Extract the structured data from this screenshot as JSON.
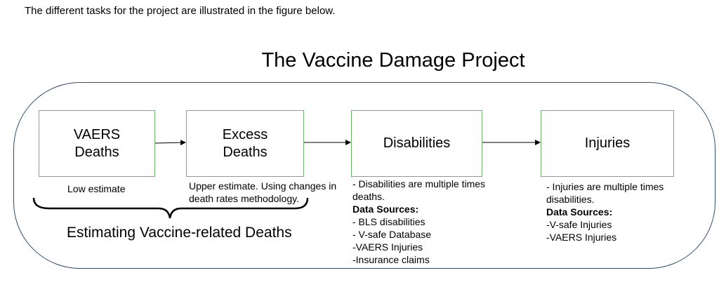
{
  "intro_text": "The different tasks for the project are illustrated in the figure below.",
  "title": "The Vaccine Damage Project",
  "boxes": {
    "vaers": [
      "VAERS",
      "Deaths"
    ],
    "excess": [
      "Excess",
      "Deaths"
    ],
    "disabilities": "Disabilities",
    "injuries": "Injuries"
  },
  "notes": {
    "vaers": "Low estimate",
    "excess": [
      "Upper estimate. Using changes in",
      "death rates methodology."
    ],
    "disabilities": {
      "desc": [
        "- Disabilities are multiple times",
        "deaths."
      ],
      "sources_label": "Data Sources:",
      "sources": [
        "- BLS disabilities",
        "- V-safe Database",
        "-VAERS Injuries",
        "-Insurance claims"
      ]
    },
    "injuries": {
      "desc": [
        "- Injuries are multiple times",
        "disabilities."
      ],
      "sources_label": "Data Sources:",
      "sources": [
        "-V-safe Injuries",
        "-VAERS Injuries"
      ]
    }
  },
  "group_label": "Estimating Vaccine-related Deaths",
  "colors": {
    "box_border": "#6db56b",
    "container_border": "#2f4d74"
  }
}
